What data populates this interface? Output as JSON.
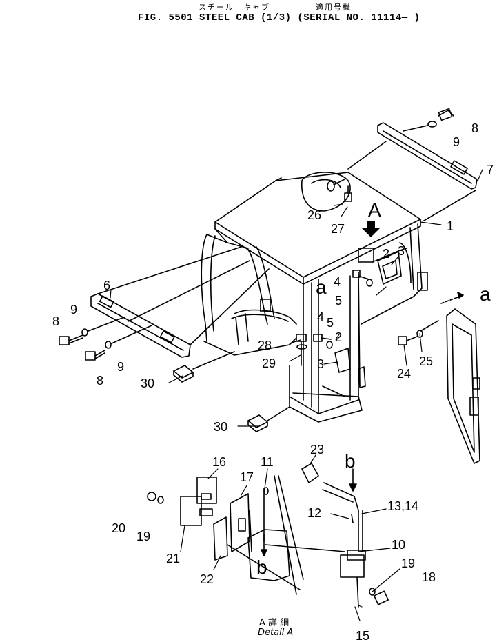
{
  "header": {
    "kana_cab": "スチール　キャブ",
    "kana_serial": "適用号機",
    "title": "FIG. 5501  STEEL  CAB  (1/3)  (SERIAL  NO. 11114— )"
  },
  "callouts": {
    "c1": "1",
    "c2a": "2",
    "c3a": "3",
    "c4a": "4",
    "c5a": "5",
    "c2b": "2",
    "c3b": "3",
    "c4b": "4",
    "c5b": "5",
    "c6": "6",
    "c7": "7",
    "c8a": "8",
    "c9a": "9",
    "c8b": "8",
    "c9b": "9",
    "c8c": "8",
    "c9c": "9",
    "c10": "10",
    "c11": "11",
    "c12": "12",
    "c1314": "13,14",
    "c15": "15",
    "c16": "16",
    "c17": "17",
    "c18": "18",
    "c19a": "19",
    "c19b": "19",
    "c20": "20",
    "c21": "21",
    "c22": "22",
    "c23": "23",
    "c24": "24",
    "c25": "25",
    "c26": "26",
    "c27": "27",
    "c28": "28",
    "c29": "29",
    "c30a": "30",
    "c30b": "30",
    "ref_A": "A",
    "ref_a1": "a",
    "ref_a2": "a",
    "ref_b1": "b",
    "ref_b2": "b"
  },
  "caption": {
    "jp": "A 詳 細",
    "en": "Detail A"
  }
}
